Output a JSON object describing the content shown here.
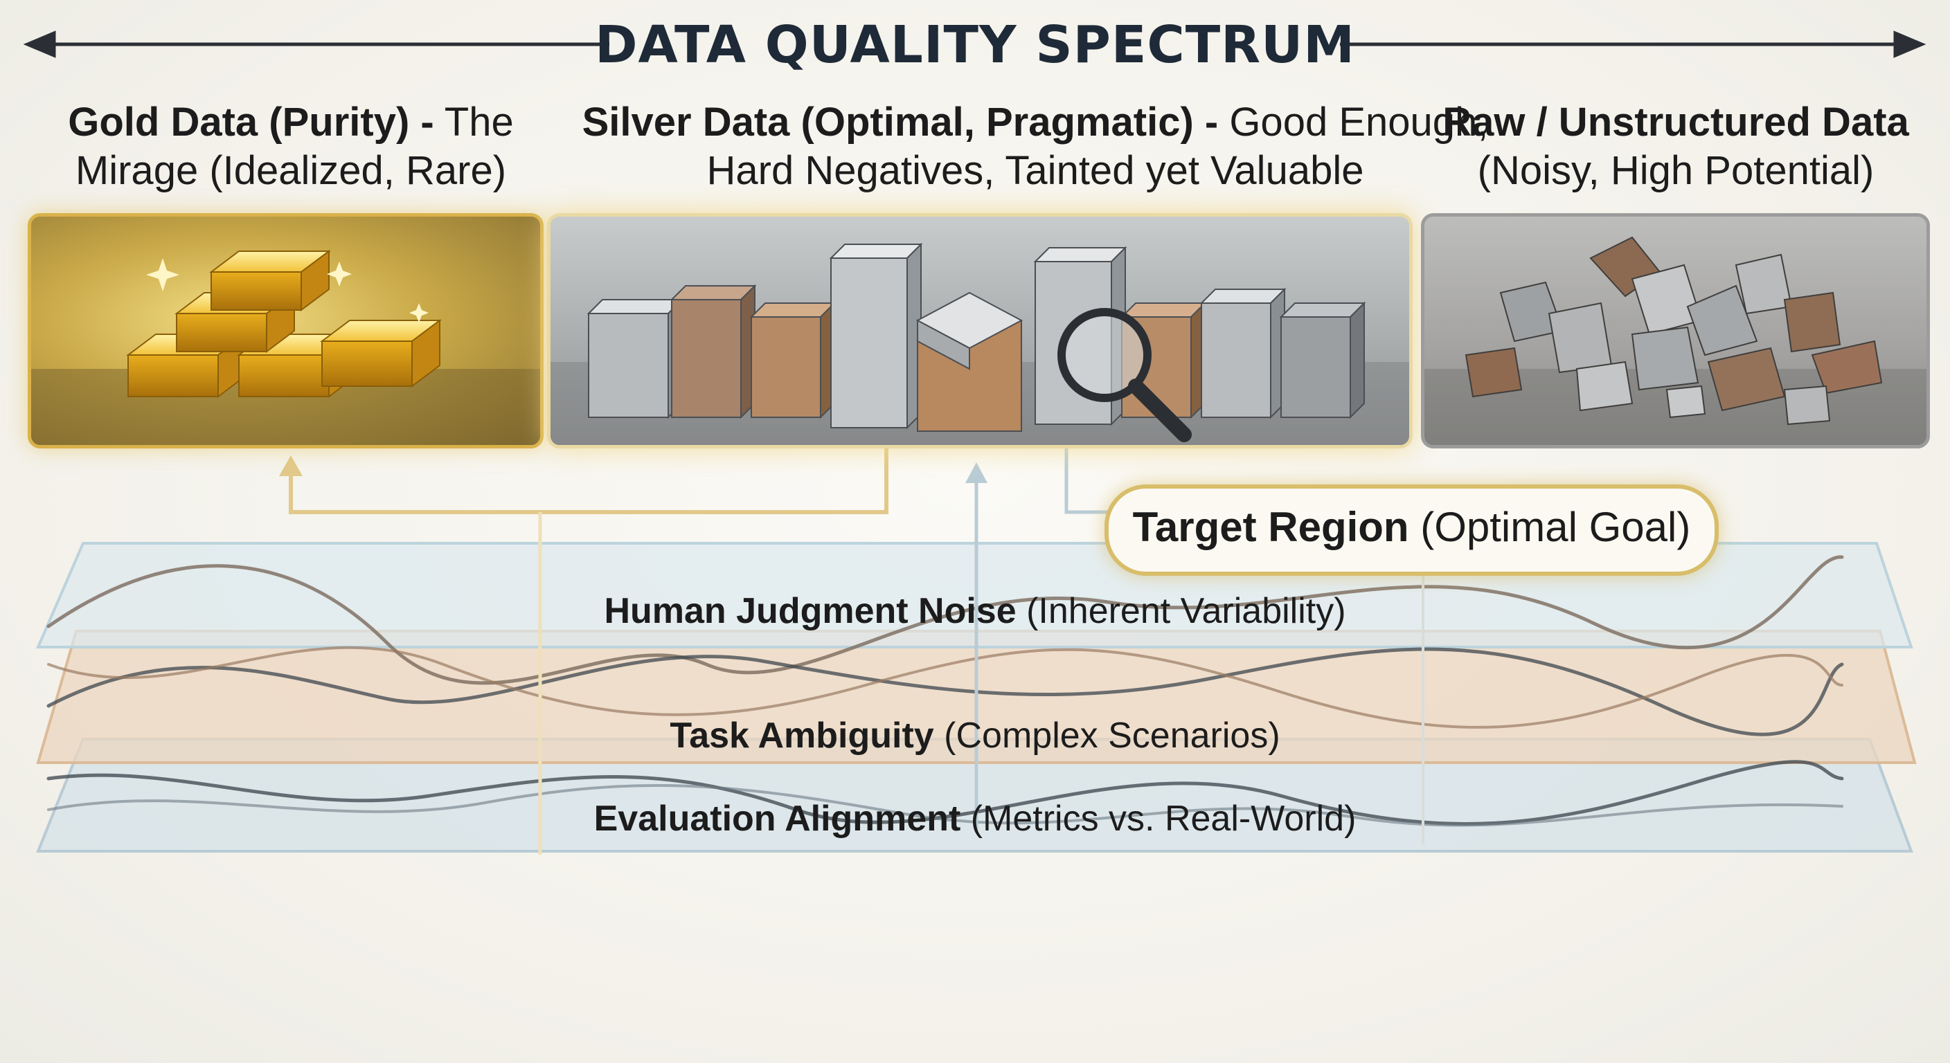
{
  "title": "DATA QUALITY SPECTRUM",
  "columns": [
    {
      "bold": "Gold Data (Purity) -",
      "rest": " The Mirage (Idealized, Rare)"
    },
    {
      "bold": "Silver Data (Optimal, Pragmatic) -",
      "rest": " Good Enough, Hard Negatives, Tainted yet Valuable"
    },
    {
      "bold": "Raw / Unstructured Data",
      "rest": " (Noisy, High Potential)"
    }
  ],
  "target": {
    "bold": "Target Region",
    "rest": " (Optimal Goal)"
  },
  "layers": [
    {
      "bold": "Human Judgment Noise",
      "rest": " (Inherent Variability)"
    },
    {
      "bold": "Task Ambiguity",
      "rest": " (Complex Scenarios)"
    },
    {
      "bold": "Evaluation Alignment",
      "rest": " (Metrics vs. Real-World)"
    }
  ],
  "colors": {
    "gold": "#d9b24a",
    "silver": "#a9adae",
    "raw": "#9c9c9c",
    "human_layer": "#dbe8ee",
    "task_layer": "#ecd6bf",
    "eval_layer": "#d4e1e8"
  }
}
